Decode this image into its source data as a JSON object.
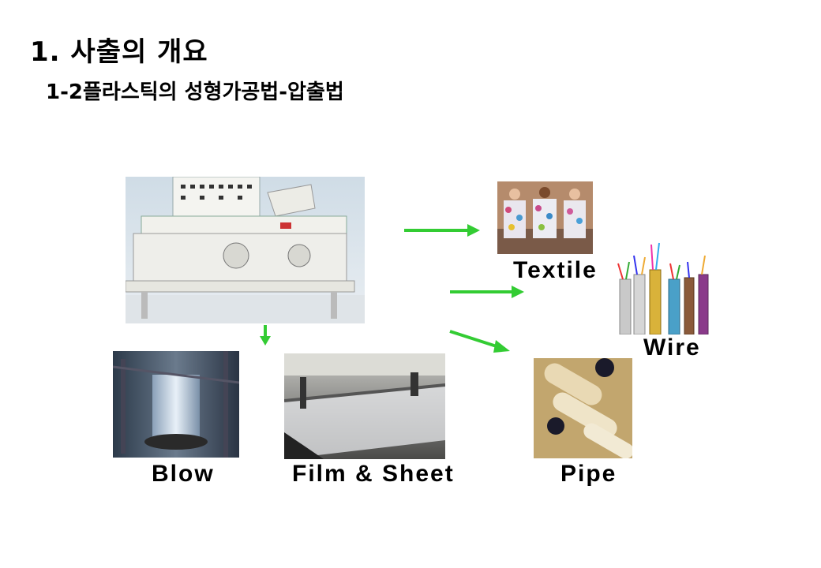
{
  "header": {
    "title": "1. 사출의 개요",
    "subtitle": "1-2플라스틱의 성형가공법-압출법"
  },
  "products": {
    "textile": "Textile",
    "wire": "Wire",
    "blow": "Blow",
    "film_sheet": "Film & Sheet",
    "pipe": "Pipe"
  },
  "colors": {
    "arrow": "#33cc33"
  }
}
